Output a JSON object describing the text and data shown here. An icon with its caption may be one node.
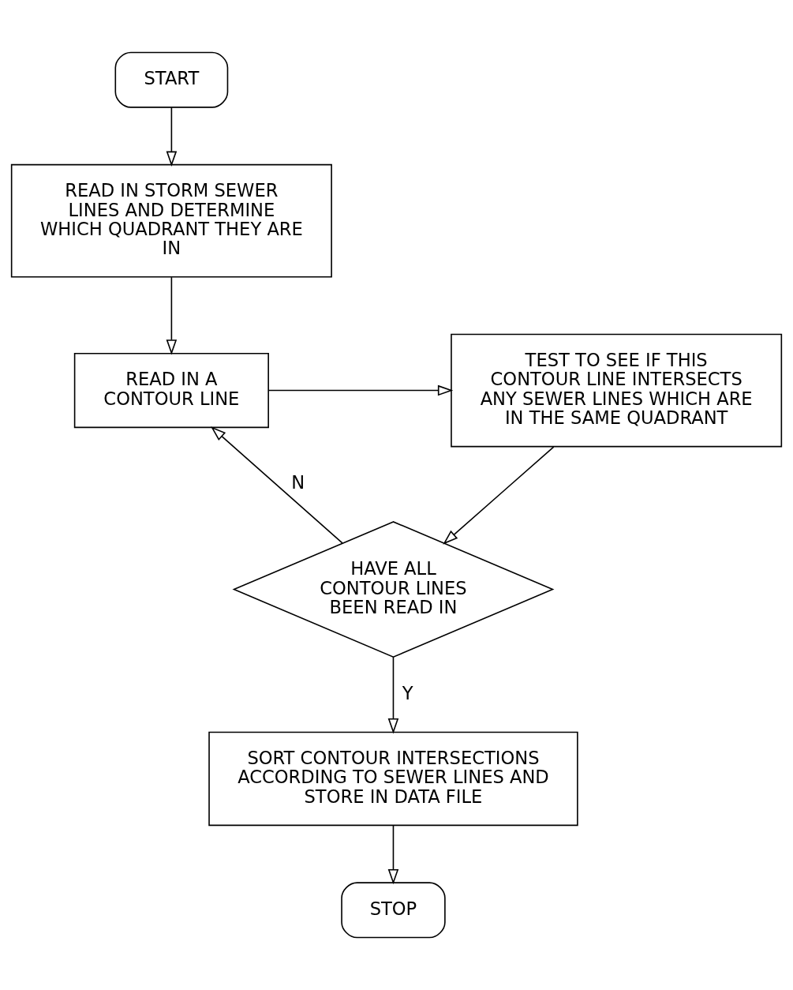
{
  "diagram": {
    "nodes": [
      {
        "text": [
          "START"
        ]
      },
      {
        "text": [
          "READ IN STORM SEWER LINES AND DETERMINE WHICH QUADRANT THEY ARE IN"
        ]
      },
      {
        "text": [
          "READ IN A CONTOUR LINE"
        ]
      },
      {
        "text": [
          "TEST TO SEE IF THIS CONTOUR LINE INTERSECTS ANY SEWER LINES WHICH ARE IN THE SAME QUADRANT"
        ]
      },
      {
        "text": [
          "HAVE ALL CONTOUR LINES BEEN READ IN"
        ]
      },
      {
        "text": [
          "SORT CONTOUR INTERSECTIONS ACCORDING TO SEWER LINES AND STORE IN DATA FILE"
        ]
      },
      {
        "text": [
          "STOP"
        ]
      }
    ],
    "edges": [
      {
        "from": 0,
        "to": 1,
        "arrow": "to"
      },
      {
        "from": 1,
        "to": 2,
        "arrow": "to"
      },
      {
        "from": 2,
        "to": 3,
        "arrow": "to"
      },
      {
        "from": 3,
        "to": 4,
        "arrow": "to"
      },
      {
        "from": 4,
        "to": 2,
        "arrow": "to",
        "label": "N"
      },
      {
        "from": 4,
        "to": 5,
        "arrow": "to",
        "label": "Y"
      },
      {
        "from": 5,
        "to": 6,
        "arrow": "to"
      }
    ]
  }
}
